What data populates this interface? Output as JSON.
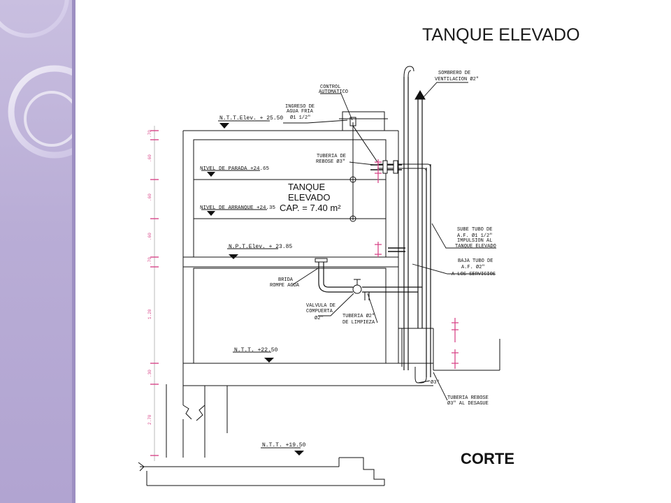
{
  "title": "TANQUE ELEVADO",
  "footer_label": "CORTE",
  "tank": {
    "name_line1": "TANQUE",
    "name_line2": "ELEVADO",
    "capacity": "CAP. = 7.40 m²"
  },
  "levels": {
    "ntt_elev_top": "N.T.T.Elev. + 25.50",
    "nivel_parada": "NIVEL DE PARADA +24.65",
    "nivel_arranque": "NIVEL DE ARRANQUE +24.35",
    "npt_elev": "N.P.T.Elev. + 23.85",
    "ntt_mid": "N.T.T. +22.50",
    "ntt_low": "N.T.T. +19.50"
  },
  "callouts": {
    "control_automatico": [
      "CONTROL",
      "AUTOMATICO"
    ],
    "ingreso_agua_fria": [
      "INGRESO DE",
      "AGUA FRIA",
      "Ø1 1/2\""
    ],
    "tuberia_rebose_top": [
      "TUBERIA DE",
      "REBOSE Ø3\""
    ],
    "sombrero_ventilacion": [
      "SOMBRERO DE",
      "VENTILACION Ø2\""
    ],
    "sube_tubo": [
      "SUBE TUBO DE",
      "A.F. Ø1 1/2\"",
      "IMPULSION AL",
      "TANQUE ELEVADO"
    ],
    "baja_tubo": [
      "BAJA TUBO DE",
      "A.F. Ø2\"",
      "A LOS SERVICIOS"
    ],
    "brida": [
      "BRIDA",
      "ROMPE AGUA"
    ],
    "valvula": [
      "VALVULA DE",
      "COMPUERTA",
      "Ø2\""
    ],
    "tuberia_limpieza": [
      "TUBERIA Ø2\"",
      "DE LIMPIEZA"
    ],
    "phi3": "Ø3\"",
    "tuberia_rebose_bottom": [
      "TUBERIA REBOSE",
      "Ø3\" AL DESAGUE"
    ]
  },
  "dimensions": [
    ".70",
    ".60",
    ".60",
    ".60",
    ".70",
    "1.20",
    ".30",
    "2.70"
  ]
}
